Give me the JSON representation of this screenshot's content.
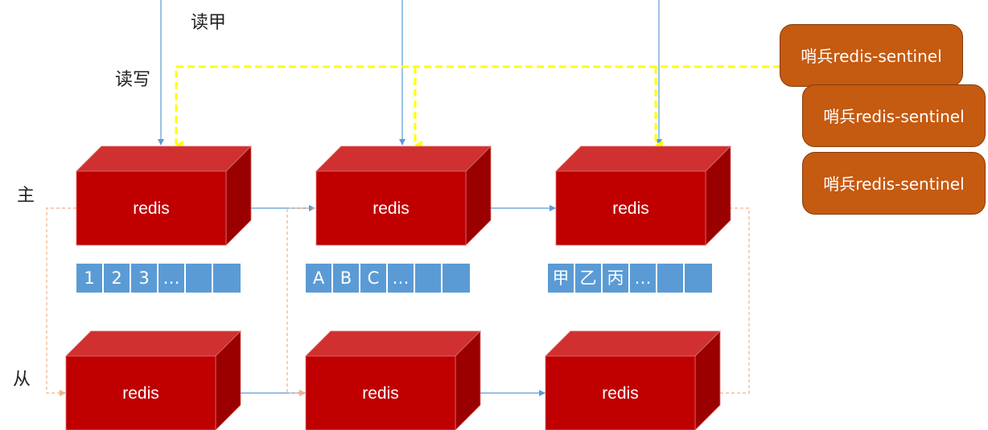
{
  "labels": {
    "read_a": "读甲",
    "read_write": "读写",
    "master": "主",
    "slave": "从"
  },
  "masters": [
    {
      "label": "redis",
      "slots": [
        "1",
        "2",
        "3",
        "…",
        "",
        ""
      ]
    },
    {
      "label": "redis",
      "slots": [
        "A",
        "B",
        "C",
        "…",
        "",
        ""
      ]
    },
    {
      "label": "redis",
      "slots": [
        "甲",
        "乙",
        "丙",
        "…",
        "",
        ""
      ]
    }
  ],
  "slaves": [
    {
      "label": "redis"
    },
    {
      "label": "redis"
    },
    {
      "label": "redis"
    }
  ],
  "sentinels": [
    {
      "label": "哨兵redis-sentinel"
    },
    {
      "label": "哨兵redis-sentinel"
    },
    {
      "label": "哨兵redis-sentinel"
    }
  ],
  "colors": {
    "box_front": "#c00000",
    "box_top": "#d03030",
    "box_side": "#9a0000",
    "slot_fill": "#5b9bd5",
    "sentinel_fill": "#c55a11",
    "sentinel_link": "#ffff00",
    "client_line": "#5b9bd5",
    "replication_line": "#f4b183"
  }
}
